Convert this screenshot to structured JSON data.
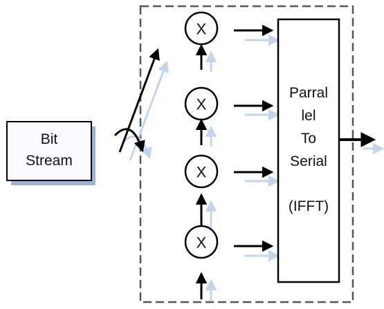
{
  "bit_stream": {
    "line1": "Bit",
    "line2": "Stream"
  },
  "converter": {
    "lines": [
      "Parral",
      "lel",
      "To",
      "Serial",
      "",
      "(IFFT)"
    ]
  },
  "multiplier_symbol": "X",
  "colors": {
    "stroke": "#000000",
    "shadow": "#b9cde8",
    "box_shadow": "#9db3d6",
    "box_fill": "#fbfbff"
  }
}
